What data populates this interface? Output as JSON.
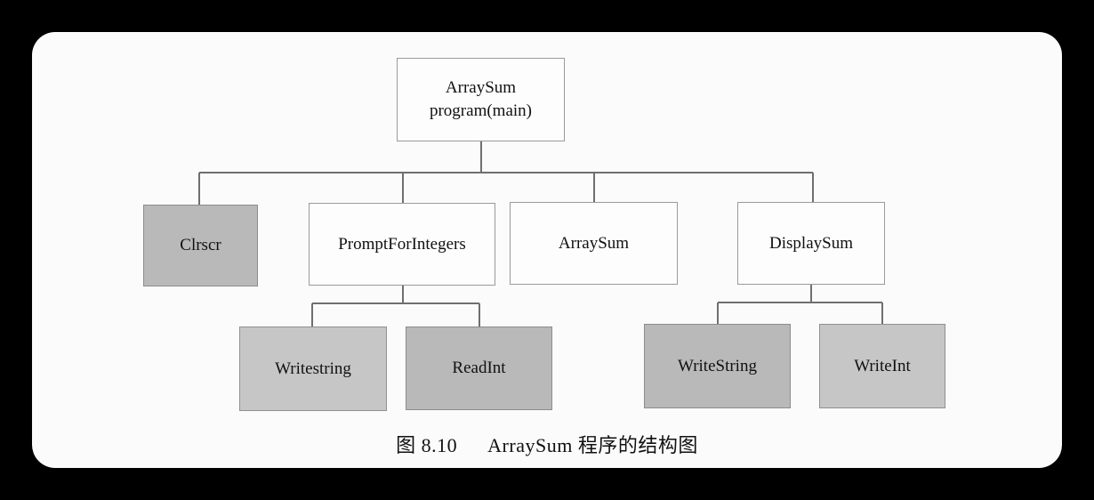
{
  "diagram": {
    "root": {
      "line1": "ArraySum",
      "line2": "program(main)"
    },
    "children": [
      {
        "label": "Clrscr",
        "shaded": true
      },
      {
        "label": "PromptForIntegers",
        "shaded": false
      },
      {
        "label": "ArraySum",
        "shaded": false
      },
      {
        "label": "DisplaySum",
        "shaded": false
      }
    ],
    "grandchildren": {
      "PromptForIntegers": [
        {
          "label": "Writestring"
        },
        {
          "label": "ReadInt"
        }
      ],
      "DisplaySum": [
        {
          "label": "WriteString"
        },
        {
          "label": "WriteInt"
        }
      ]
    }
  },
  "caption": {
    "figure_no": "图 8.10",
    "text": "ArraySum 程序的结构图"
  },
  "colors": {
    "background": "#000000",
    "card": "#fbfbfb",
    "shaded_box": "#b9b9b9",
    "line": "#6f6f6f"
  }
}
